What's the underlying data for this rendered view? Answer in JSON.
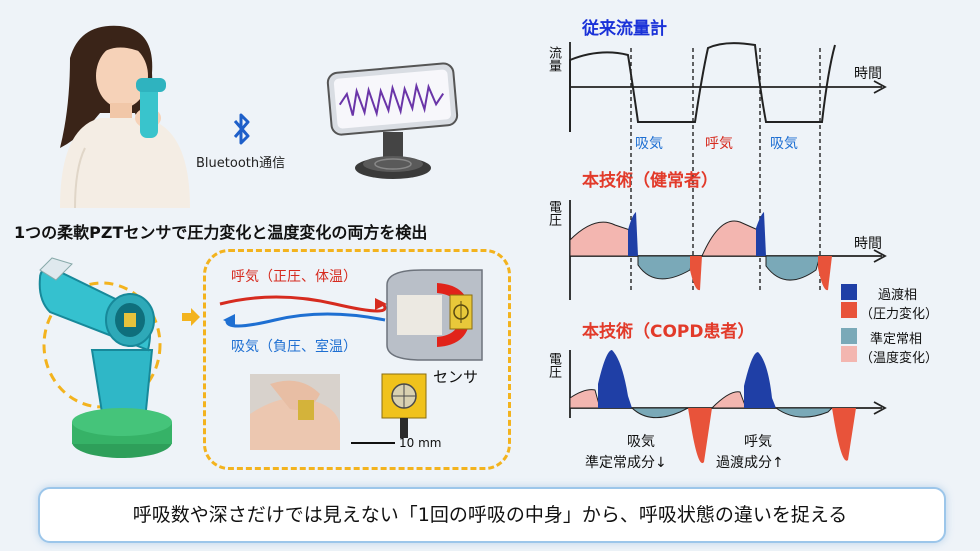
{
  "caption": "呼吸数や深さだけでは見えない「1回の呼吸の中身」から、呼吸状態の違いを捉える",
  "headline": "1つの柔軟PZTセンサで圧力変化と温度変化の両方を検出",
  "bluetooth": {
    "label": "Bluetooth通信"
  },
  "airflow": {
    "exhale": "呼気（正圧、体温）",
    "inhale": "吸気（負圧、室温）"
  },
  "sensor_label": "センサ",
  "scale_bar": "10 mm",
  "panels": {
    "conventional": {
      "title": "従来流量計",
      "ylabel": "流量",
      "xlabel": "時間",
      "phases": [
        "吸気",
        "呼気",
        "吸気"
      ]
    },
    "healthy": {
      "title": "本技術（健常者）",
      "ylabel": "電圧",
      "xlabel": "時間"
    },
    "copd": {
      "title": "本技術（COPD患者）",
      "ylabel": "電圧",
      "note_inhale": [
        "吸気",
        "準定常成分↓"
      ],
      "note_exhale": [
        "呼気",
        "過渡成分↑"
      ]
    }
  },
  "legend": [
    {
      "name": "過渡相",
      "sub": "（圧力変化）",
      "colors": [
        "#1f3fa6",
        "#e8533a"
      ]
    },
    {
      "name": "準定常相",
      "sub": "（温度変化）",
      "colors": [
        "#7aa9b8",
        "#f3b6b0"
      ]
    }
  ],
  "colors": {
    "blue_title": "#1a32d8",
    "red_title": "#e23a2a",
    "dash": "#f3b31e",
    "transient_blue": "#1f3fa6",
    "transient_red": "#e8533a",
    "steady_blue": "#7aa9b8",
    "steady_pink": "#f3b6b0"
  }
}
